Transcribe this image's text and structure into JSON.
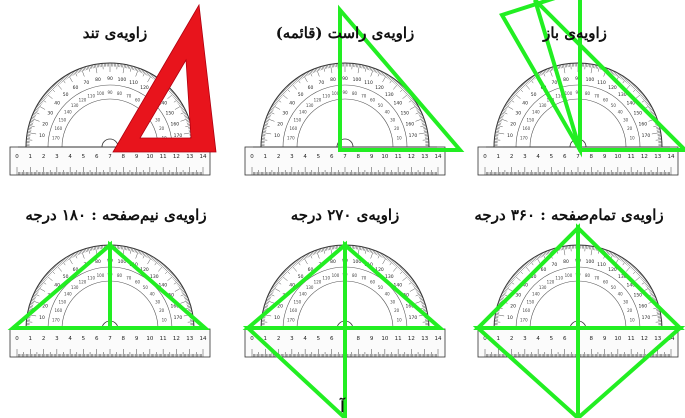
{
  "colors": {
    "set_square_red": "#e8141c",
    "overlay_green": "#22ee22",
    "ink": "#111111"
  },
  "figures": [
    {
      "label": "زاویه‌ی تند"
    },
    {
      "label": "زاویه‌ی راست (قائمه)"
    },
    {
      "label": "زاویه‌ی باز"
    },
    {
      "label": "زاویه‌ی نیم‌صفحه : ۱۸۰ درجه"
    },
    {
      "label": "زاویه‌ی ۲۷۰ درجه"
    },
    {
      "label": "زاویه‌ی تمام‌صفحه : ۳۶۰ درجه"
    }
  ],
  "ruler_numbers": [
    "0",
    "1",
    "2",
    "3",
    "4",
    "5",
    "6",
    "7",
    "8",
    "9",
    "10",
    "11",
    "12",
    "13",
    "14"
  ],
  "protractor_numbers": [
    "10",
    "20",
    "30",
    "40",
    "50",
    "60",
    "70",
    "80",
    "90",
    "100",
    "110",
    "120",
    "130",
    "140",
    "150",
    "160",
    "170"
  ],
  "footer_partial": "آ"
}
